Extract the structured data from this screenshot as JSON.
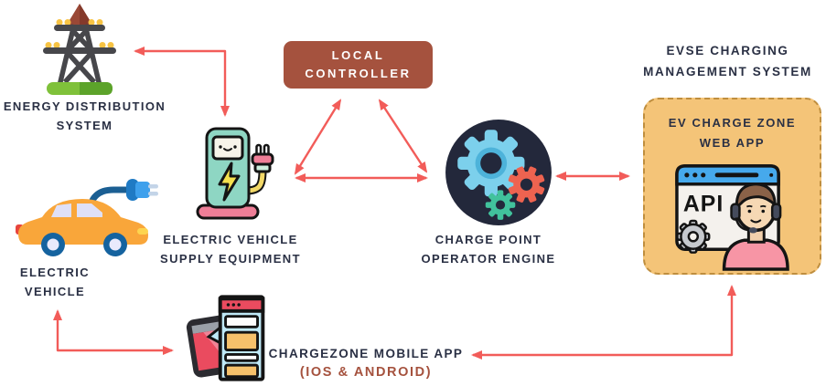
{
  "colors": {
    "arrow": "#f25c59",
    "text_dark": "#2a3044",
    "local_controller_bg": "#a5523e",
    "local_controller_text": "#ffffff",
    "web_app_box_bg": "#f4c478",
    "web_app_box_border": "#bf8e3e",
    "mobile_subtitle": "#a5523e"
  },
  "nodes": {
    "energy_distribution_system": {
      "line1": "ENERGY DISTRIBUTION",
      "line2": "SYSTEM"
    },
    "electric_vehicle": {
      "line1": "ELECTRIC",
      "line2": "VEHICLE"
    },
    "evse": {
      "line1": "ELECTRIC VEHICLE",
      "line2": "SUPPLY EQUIPMENT"
    },
    "local_controller": {
      "line1": "LOCAL",
      "line2": "CONTROLLER"
    },
    "cpo_engine": {
      "line1": "CHARGE POINT",
      "line2": "OPERATOR ENGINE"
    },
    "cms_title": {
      "line1": "EVSE CHARGING",
      "line2": "MANAGEMENT SYSTEM"
    },
    "web_app": {
      "line1": "EV CHARGE ZONE",
      "line2": "WEB APP",
      "api_label": "API"
    },
    "mobile_app": {
      "line1": "CHARGEZONE MOBILE APP",
      "line2": "(IOS & ANDROID)"
    }
  },
  "connections": [
    {
      "from": "electric-vehicle-supply-equipment",
      "to": "energy-distribution-system",
      "type": "bidirectional-elbow"
    },
    {
      "from": "electric-vehicle-supply-equipment",
      "to": "local-controller",
      "type": "bidirectional"
    },
    {
      "from": "local-controller",
      "to": "charge-point-operator-engine",
      "type": "bidirectional"
    },
    {
      "from": "electric-vehicle-supply-equipment",
      "to": "charge-point-operator-engine",
      "type": "bidirectional"
    },
    {
      "from": "charge-point-operator-engine",
      "to": "ev-charge-zone-web-app",
      "type": "bidirectional"
    },
    {
      "from": "ev-charge-zone-web-app",
      "to": "chargezone-mobile-app",
      "type": "bidirectional-elbow"
    },
    {
      "from": "chargezone-mobile-app",
      "to": "electric-vehicle",
      "type": "bidirectional-elbow"
    }
  ]
}
